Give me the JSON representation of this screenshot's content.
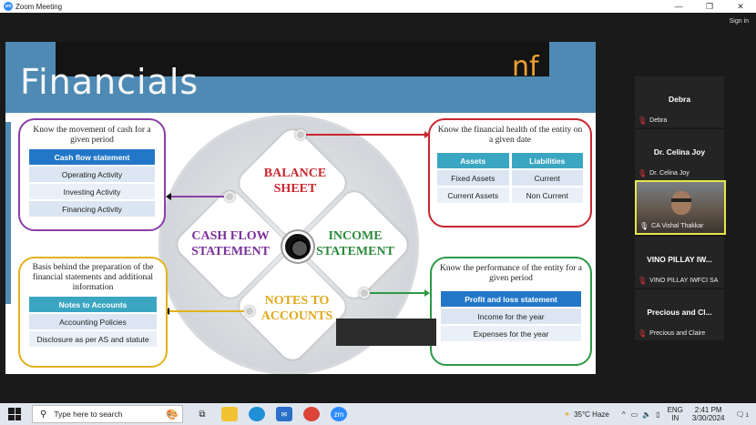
{
  "window": {
    "title": "Zoom Meeting",
    "app_badge": "zm",
    "sign_in": "Sign in"
  },
  "slide": {
    "title": "Financials",
    "logo_glyph": "nf",
    "boxes": {
      "cash_flow": {
        "title": "Know the movement of cash for a given period",
        "header": "Cash flow statement",
        "items": [
          "Operating Activity",
          "Investing Activity",
          "Financing Activity"
        ],
        "color": "#8a3fa8"
      },
      "balance": {
        "title": "Know the financial health of the entity on a given date",
        "headers": [
          "Assets",
          "Liabilities"
        ],
        "rows": [
          [
            "Fixed Assets",
            "Current"
          ],
          [
            "Current Assets",
            "Non Current"
          ]
        ],
        "color": "#c8262f",
        "header_color": "#3aa6c2"
      },
      "notes": {
        "title": "Basis behind the preparation of the financial statements and additional information",
        "header": "Notes to Accounts",
        "items": [
          "Accounting Policies",
          "Disclosure as per AS and statute"
        ],
        "color": "#e2b21e",
        "header_color": "#3aa6c2"
      },
      "income": {
        "title": "Know the performance of the entity for a given period",
        "header": "Profit and loss statement",
        "items": [
          "Income for the year",
          "Expenses for the year"
        ],
        "color": "#2c9a45"
      }
    },
    "diamonds": {
      "balance_sheet": {
        "label": "BALANCE SHEET",
        "color": "#c8262f"
      },
      "cash_flow": {
        "label": "CASH FLOW STATEMENT",
        "color": "#7a2f9a"
      },
      "income": {
        "label": "INCOME STATEMENT",
        "color": "#2c8a3a"
      },
      "notes": {
        "label": "NOTES TO ACCOUNTS",
        "color": "#e0a81a"
      }
    }
  },
  "participants": [
    {
      "name": "Debra",
      "display": "Debra"
    },
    {
      "name": "Dr. Celina Joy",
      "display": "Dr. Celina Joy"
    },
    {
      "name": "CA Vishal Thakkar",
      "display": "CA Vishal Thakkar"
    },
    {
      "name": "VINO PILLAY IW...",
      "display": "VINO PILLAY IWFCI SA"
    },
    {
      "name": "Precious and Cl...",
      "display": "Precious and Claire"
    }
  ],
  "taskbar": {
    "search_placeholder": "Type here to search",
    "weather": "35°C Haze",
    "lang": [
      "ENG",
      "IN"
    ],
    "time": "2:41 PM",
    "date": "3/30/2024",
    "notifications": "1"
  }
}
